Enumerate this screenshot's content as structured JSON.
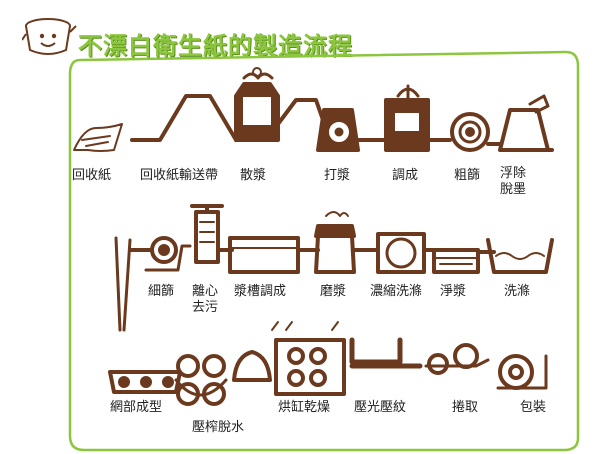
{
  "title": "不漂白衛生紙的製造流程",
  "colors": {
    "process": "#6b3a1e",
    "frame": "#8cc63f",
    "title": "#8cc63f",
    "text": "#222222"
  },
  "steps": {
    "recycled_paper": "回收紙",
    "conveyor": "回收紙輸送帶",
    "pulping": "散漿",
    "beating": "打漿",
    "blending": "調成",
    "coarse_screen": "粗篩",
    "flotation": [
      "浮除",
      "脫墨"
    ],
    "fine_screen": "細篩",
    "centrifuge": [
      "離心",
      "去污"
    ],
    "stock_chest": "漿槽調成",
    "refining": "磨漿",
    "thickening": "濃縮洗滌",
    "cleaning": "淨漿",
    "washing": "洗滌",
    "forming": "網部成型",
    "pressing": "壓榨脫水",
    "drying": "烘缸乾燥",
    "calendering": "壓光壓紋",
    "reeling": "捲取",
    "packaging": "包裝"
  }
}
